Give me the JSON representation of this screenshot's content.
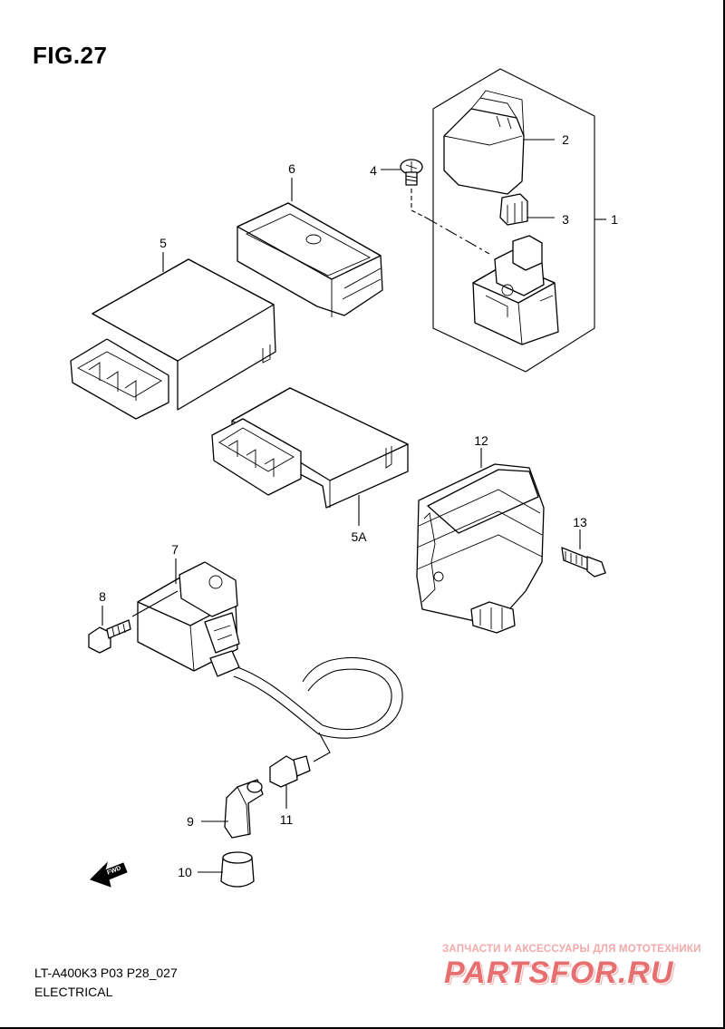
{
  "figure": {
    "title": "FIG.27"
  },
  "callouts": [
    {
      "id": "1",
      "label": "1"
    },
    {
      "id": "2",
      "label": "2"
    },
    {
      "id": "3",
      "label": "3"
    },
    {
      "id": "4",
      "label": "4"
    },
    {
      "id": "5",
      "label": "5"
    },
    {
      "id": "5A",
      "label": "5A"
    },
    {
      "id": "6",
      "label": "6"
    },
    {
      "id": "7",
      "label": "7"
    },
    {
      "id": "8",
      "label": "8"
    },
    {
      "id": "9",
      "label": "9"
    },
    {
      "id": "10",
      "label": "10"
    },
    {
      "id": "11",
      "label": "11"
    },
    {
      "id": "12",
      "label": "12"
    },
    {
      "id": "13",
      "label": "13"
    }
  ],
  "fwd_arrow": {
    "label": "FWD"
  },
  "footer": {
    "model_code": "LT-A400K3 P03 P28_027",
    "section": "ELECTRICAL"
  },
  "watermark": {
    "caption": "ЗАПЧАСТИ И АКСЕССУАРЫ ДЛЯ МОТОТЕХНИКИ",
    "logo": "PARTSFOR.RU",
    "color": "#e86f6f"
  }
}
